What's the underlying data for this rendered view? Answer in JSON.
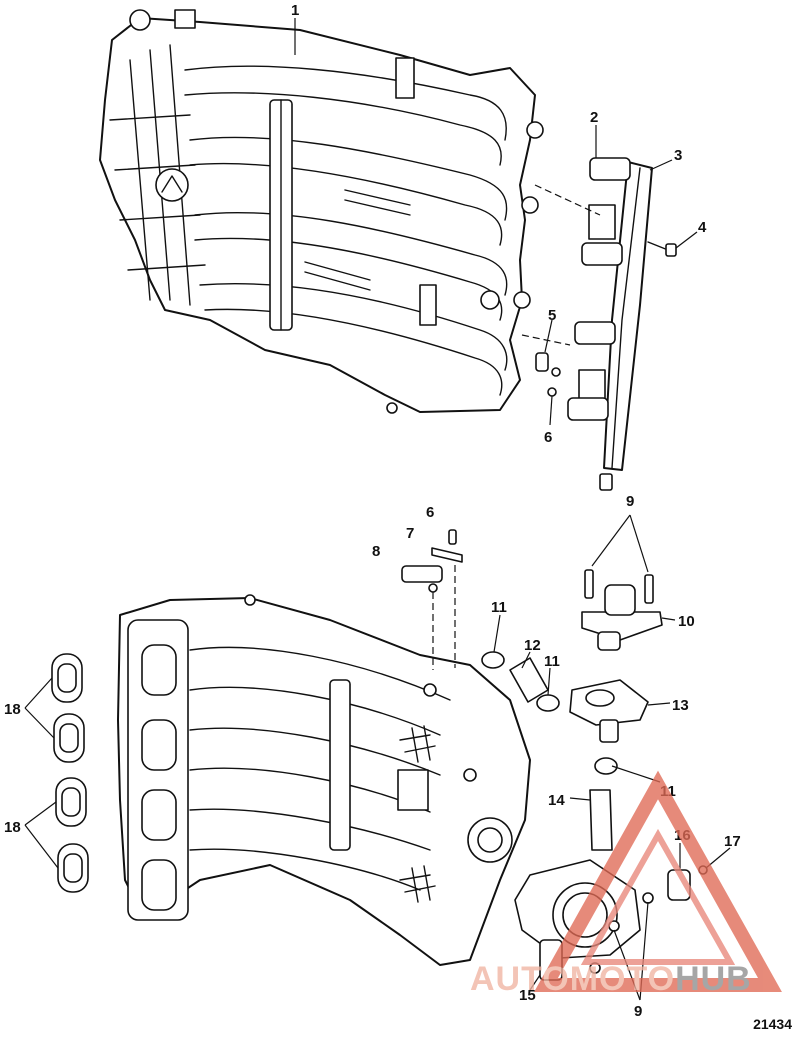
{
  "callouts": {
    "c1": "1",
    "c2": "2",
    "c3": "3",
    "c4": "4",
    "c5": "5",
    "c6a": "6",
    "c6b": "6",
    "c7": "7",
    "c8": "8",
    "c9a": "9",
    "c10": "10",
    "c11a": "11",
    "c11b": "11",
    "c11c": "11",
    "c12": "12",
    "c13": "13",
    "c14": "14",
    "c15": "15",
    "c16": "16",
    "c17": "17",
    "c18a": "18",
    "c18b": "18",
    "c9b": "9"
  },
  "watermark": {
    "part1": "AUTOMOTO",
    "part2": "HUB",
    "color_primary": "#f2b8a8",
    "color_secondary": "#e06a55",
    "color_dark": "#9b9b9b"
  },
  "figure_id": "21434"
}
